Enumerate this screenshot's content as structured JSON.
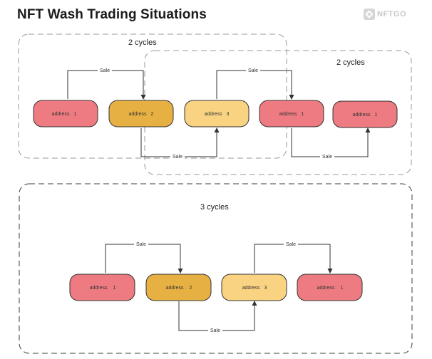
{
  "title": "NFT Wash Trading Situations",
  "logo": {
    "text": "NFTGO",
    "icon": "nftgo-logo-icon"
  },
  "colors": {
    "red": "#ee7b81",
    "orange": "#e7b043",
    "yellow": "#f9d381",
    "stroke": "#333333",
    "dash": "#9a9a9a"
  },
  "groups": [
    {
      "id": "g1",
      "label": "2 cycles"
    },
    {
      "id": "g2",
      "label": "2 cycles"
    },
    {
      "id": "g3",
      "label": "3 cycles"
    }
  ],
  "nodes": [
    {
      "id": "a1",
      "label": "address",
      "num": "1",
      "color": "red"
    },
    {
      "id": "a2",
      "label": "address",
      "num": "2",
      "color": "orange"
    },
    {
      "id": "a3",
      "label": "address",
      "num": "3",
      "color": "yellow"
    },
    {
      "id": "a4",
      "label": "address",
      "num": "1",
      "color": "red"
    },
    {
      "id": "a5",
      "label": "address",
      "num": "1",
      "color": "red"
    },
    {
      "id": "b1",
      "label": "address",
      "num": "1",
      "color": "red"
    },
    {
      "id": "b2",
      "label": "address",
      "num": "2",
      "color": "orange"
    },
    {
      "id": "b3",
      "label": "address",
      "num": "3",
      "color": "yellow"
    },
    {
      "id": "b4",
      "label": "address",
      "num": "1",
      "color": "red"
    }
  ],
  "edges": [
    {
      "from": "a1",
      "to": "a2",
      "label": "Sale",
      "side": "top"
    },
    {
      "from": "a2",
      "to": "a3",
      "label": "Sale",
      "side": "bottom"
    },
    {
      "from": "a3",
      "to": "a4",
      "label": "Sale",
      "side": "top"
    },
    {
      "from": "a4",
      "to": "a5",
      "label": "Sale",
      "side": "bottom"
    },
    {
      "from": "b1",
      "to": "b2",
      "label": "Sale",
      "side": "top"
    },
    {
      "from": "b2",
      "to": "b3",
      "label": "Sale",
      "side": "bottom"
    },
    {
      "from": "b3",
      "to": "b4",
      "label": "Sale",
      "side": "top"
    }
  ]
}
